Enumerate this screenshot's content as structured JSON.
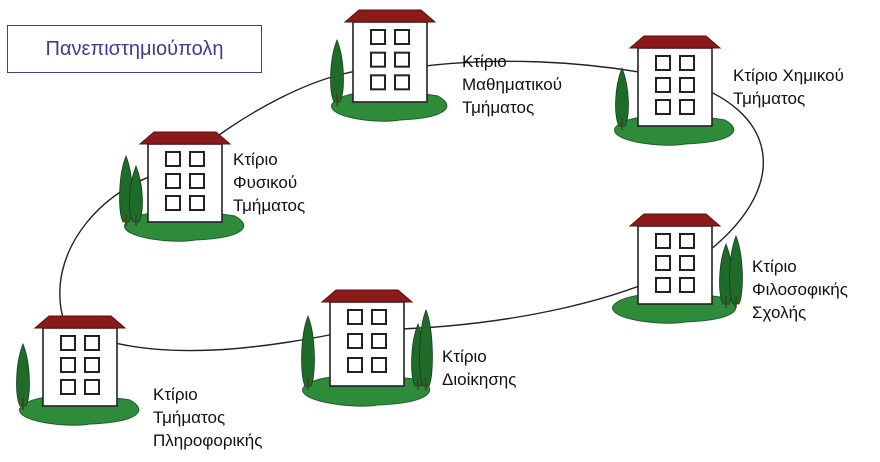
{
  "title": "Πανεπιστημιούπολη",
  "colors": {
    "roof": "#8b1a1a",
    "building_wall": "#ffffff",
    "building_outline": "#222222",
    "ground": "#2e8b3a",
    "ground_light": "#48b15a",
    "tree": "#1f6b2a",
    "ring": "#222222",
    "title_border": "#3a3f8f",
    "title_text": "#3a3f8f"
  },
  "buildings": [
    {
      "id": "math",
      "lines": [
        "Κτίριο",
        "Μαθηματικού",
        "Τμήματος"
      ]
    },
    {
      "id": "chem",
      "lines": [
        "Κτίριο Χημικού",
        "Τμήματος"
      ]
    },
    {
      "id": "phys",
      "lines": [
        "Κτίριο",
        "Φυσικού",
        "Τμήματος"
      ]
    },
    {
      "id": "phil",
      "lines": [
        "Κτίριο",
        "Φιλοσοφικής",
        "Σχολής"
      ]
    },
    {
      "id": "admin",
      "lines": [
        "Κτίριο",
        "Διοίκησης"
      ]
    },
    {
      "id": "cs",
      "lines": [
        "Κτίριο",
        "Τμήματος",
        "Πληροφορικής"
      ]
    }
  ]
}
